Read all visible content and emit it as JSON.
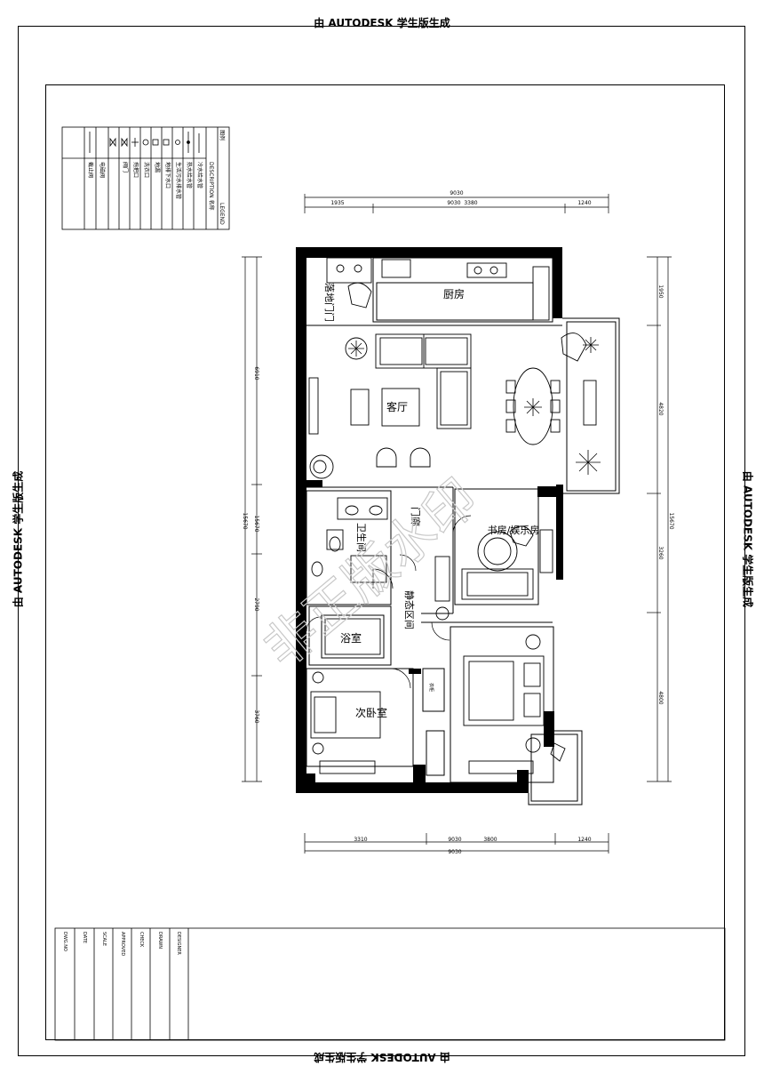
{
  "stamps": {
    "top": "由 AUTODESK 学生版生成",
    "bottom": "由 AUTODESK 学生版生成",
    "left": "由 AUTODESK 学生版生成",
    "right": "由 AUTODESK 学生版生成"
  },
  "watermark": "非正版水印",
  "legend": {
    "title": "图例",
    "title_en": "LEGEND",
    "header": "DESCRIPTION 名称",
    "rows": [
      "冷水给水管",
      "热水给水管",
      "生活污水排水管",
      "地排下水口",
      "地漏",
      "洗衣口",
      "拖把口",
      "阀门",
      "电磁阀",
      "截止阀"
    ]
  },
  "rooms": {
    "balcony_door": "落地门门",
    "kitchen": "厨房",
    "living": "客厅",
    "foyer": "门廊",
    "bath1": "卫生间",
    "study": "书房/娱乐房",
    "quiet_zone": "静态区间",
    "bathroom": "浴室",
    "second_bedroom": "次卧室",
    "closet": "衣柜"
  },
  "dimensions": {
    "top_total": "9030",
    "top_a": "1935",
    "top_b": "9030",
    "top_c": "3380",
    "top_d": "1240",
    "bottom_total": "9030",
    "bottom_a": "3310",
    "bottom_b": "9030",
    "bottom_c": "3800",
    "bottom_d": "1240",
    "left_a": "6910",
    "left_b": "15670",
    "left_c": "15670",
    "left_d": "2790",
    "left_e": "3760",
    "right_a": "1950",
    "right_b": "4820",
    "right_c": "15670",
    "right_d": "3260",
    "right_e": "4800"
  },
  "title_block": [
    "DESIGNER",
    "DRAWN",
    "CHECK",
    "APPROVED",
    "SCALE",
    "DATE",
    "DWG.NO"
  ]
}
